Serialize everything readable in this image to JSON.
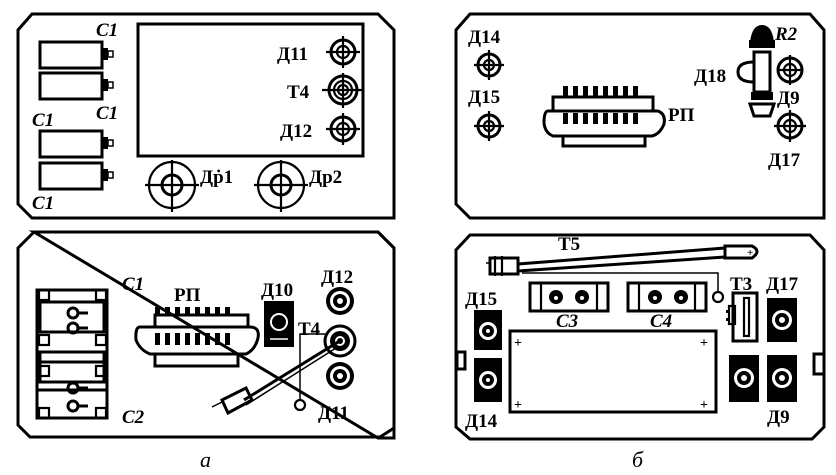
{
  "figure": {
    "captions": {
      "left": "а",
      "right": "б"
    },
    "colors": {
      "ink": "#000000",
      "paper": "#ffffff"
    }
  },
  "panel_a_top": {
    "capacitor_labels": [
      "С1",
      "С1",
      "С1",
      "С1"
    ],
    "diode_labels": {
      "d11": "Д11",
      "t4": "Т4",
      "d12": "Д12"
    },
    "choke_labels": {
      "dr1": "Дṗ1",
      "dr2": "Др2"
    }
  },
  "panel_a_bottom": {
    "capacitor_labels": {
      "c1": "С1",
      "c2": "С2"
    },
    "connector_label": "РП",
    "d10_label": "Д10",
    "t4_label": "Т4",
    "d12_label": "Д12",
    "d11_label": "Д11"
  },
  "panel_b_top": {
    "d14_label": "Д14",
    "d15_label": "Д15",
    "connector_label": "РП",
    "r2_label": "R2",
    "d18_label": "Д18",
    "d9_label": "Д9",
    "d17_label": "Д17"
  },
  "panel_b_bottom": {
    "t5_label": "Т5",
    "t3_label": "Т3",
    "c3_label": "С3",
    "c4_label": "С4",
    "d15_label": "Д15",
    "d14_label": "Д14",
    "d17_label": "Д17",
    "d9_label": "Д9"
  }
}
